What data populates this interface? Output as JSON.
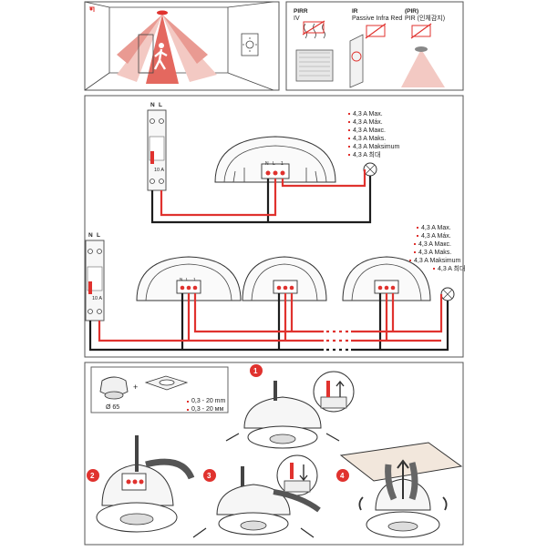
{
  "top_legend": {
    "pir": {
      "code": "PIRR",
      "items": [
        "IV"
      ]
    },
    "ir": {
      "code": "IR",
      "items": [
        "Passive Infra Red"
      ]
    },
    "kr": {
      "code": "(PIR)",
      "items": [
        "PIR (인체감지)"
      ]
    }
  },
  "wiring": {
    "single": {
      "breaker_n": "N",
      "breaker_l": "L",
      "breaker_rating": "10 A",
      "terminal_labels": [
        "N",
        "L",
        "1"
      ],
      "max_load_lines": [
        "4,3 A Max.",
        "4,3 A Máx.",
        "4,3 A Макс.",
        "4,3 A Maks.",
        "4,3 A Maksimum",
        "4,3 A 최대"
      ]
    },
    "multi": {
      "breaker_n": "N",
      "breaker_l": "L",
      "breaker_rating": "10 A",
      "terminal_labels": [
        "N",
        "L",
        "1"
      ],
      "max_load_lines": [
        "4,3 A Max.",
        "4,3 A Máx.",
        "4,3 A Макс.",
        "4,3 A Maks.",
        "4,3 A Maksimum",
        "4,3 A 최대"
      ]
    }
  },
  "install": {
    "dims": [
      "0,3 - 20 mm",
      "0,3 - 20 мм"
    ],
    "diameter": "Ø 65",
    "plus": "+",
    "steps": [
      "1",
      "2",
      "3",
      "4"
    ]
  },
  "colors": {
    "accent": "#e0322e",
    "wire_black": "#1d1d1d",
    "detection": "#f3c9c3"
  }
}
